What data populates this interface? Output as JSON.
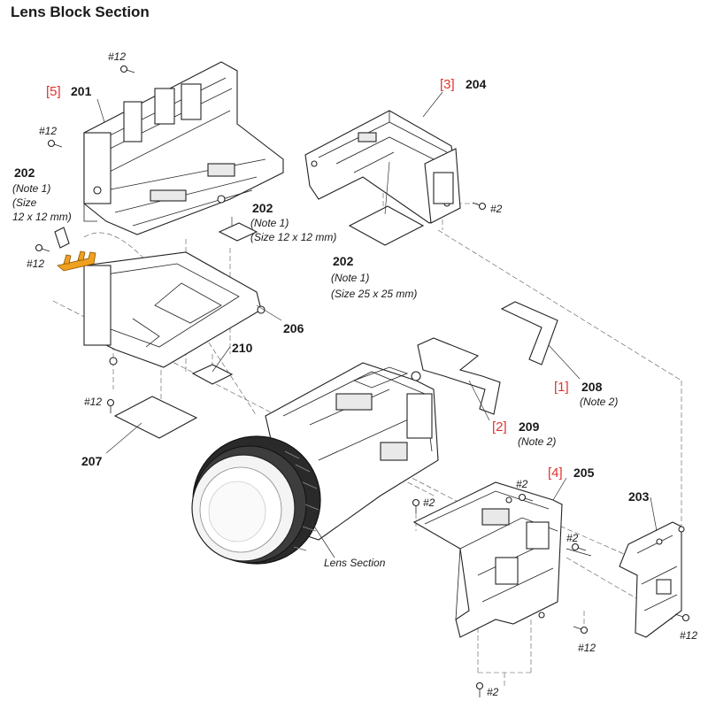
{
  "title": "Lens Block Section",
  "parts": {
    "p201": {
      "ref": "[5]",
      "num": "201"
    },
    "p204": {
      "ref": "[3]",
      "num": "204"
    },
    "p202a": {
      "num": "202",
      "note": "(Note 1)",
      "size_l1": "(Size",
      "size_l2": "12 x 12 mm)"
    },
    "p202b": {
      "num": "202",
      "note": "(Note 1)",
      "size": "(Size 12 x 12 mm)"
    },
    "p202c": {
      "num": "202",
      "note": "(Note 1)",
      "size": "(Size 25 x 25 mm)"
    },
    "p206": {
      "num": "206"
    },
    "p210": {
      "num": "210"
    },
    "p207": {
      "num": "207"
    },
    "p208": {
      "ref": "[1]",
      "num": "208",
      "note": "(Note 2)"
    },
    "p209": {
      "ref": "[2]",
      "num": "209",
      "note": "(Note 2)"
    },
    "p205": {
      "ref": "[4]",
      "num": "205"
    },
    "p203": {
      "num": "203"
    }
  },
  "screws": {
    "s12_top": "#12",
    "s12_left": "#12",
    "s12_mid": "#12",
    "s12_bottom_left": "#12",
    "s2_204": "#2",
    "s2_205_top": "#2",
    "s2_205_left": "#2",
    "s2_205_right": "#2",
    "s12_205_bottom": "#12",
    "s12_203": "#12",
    "s2_bottom": "#2"
  },
  "lens_section_label": "Lens Section",
  "colors": {
    "reference": "#e0332e",
    "highlight_part": "#f0a020"
  }
}
